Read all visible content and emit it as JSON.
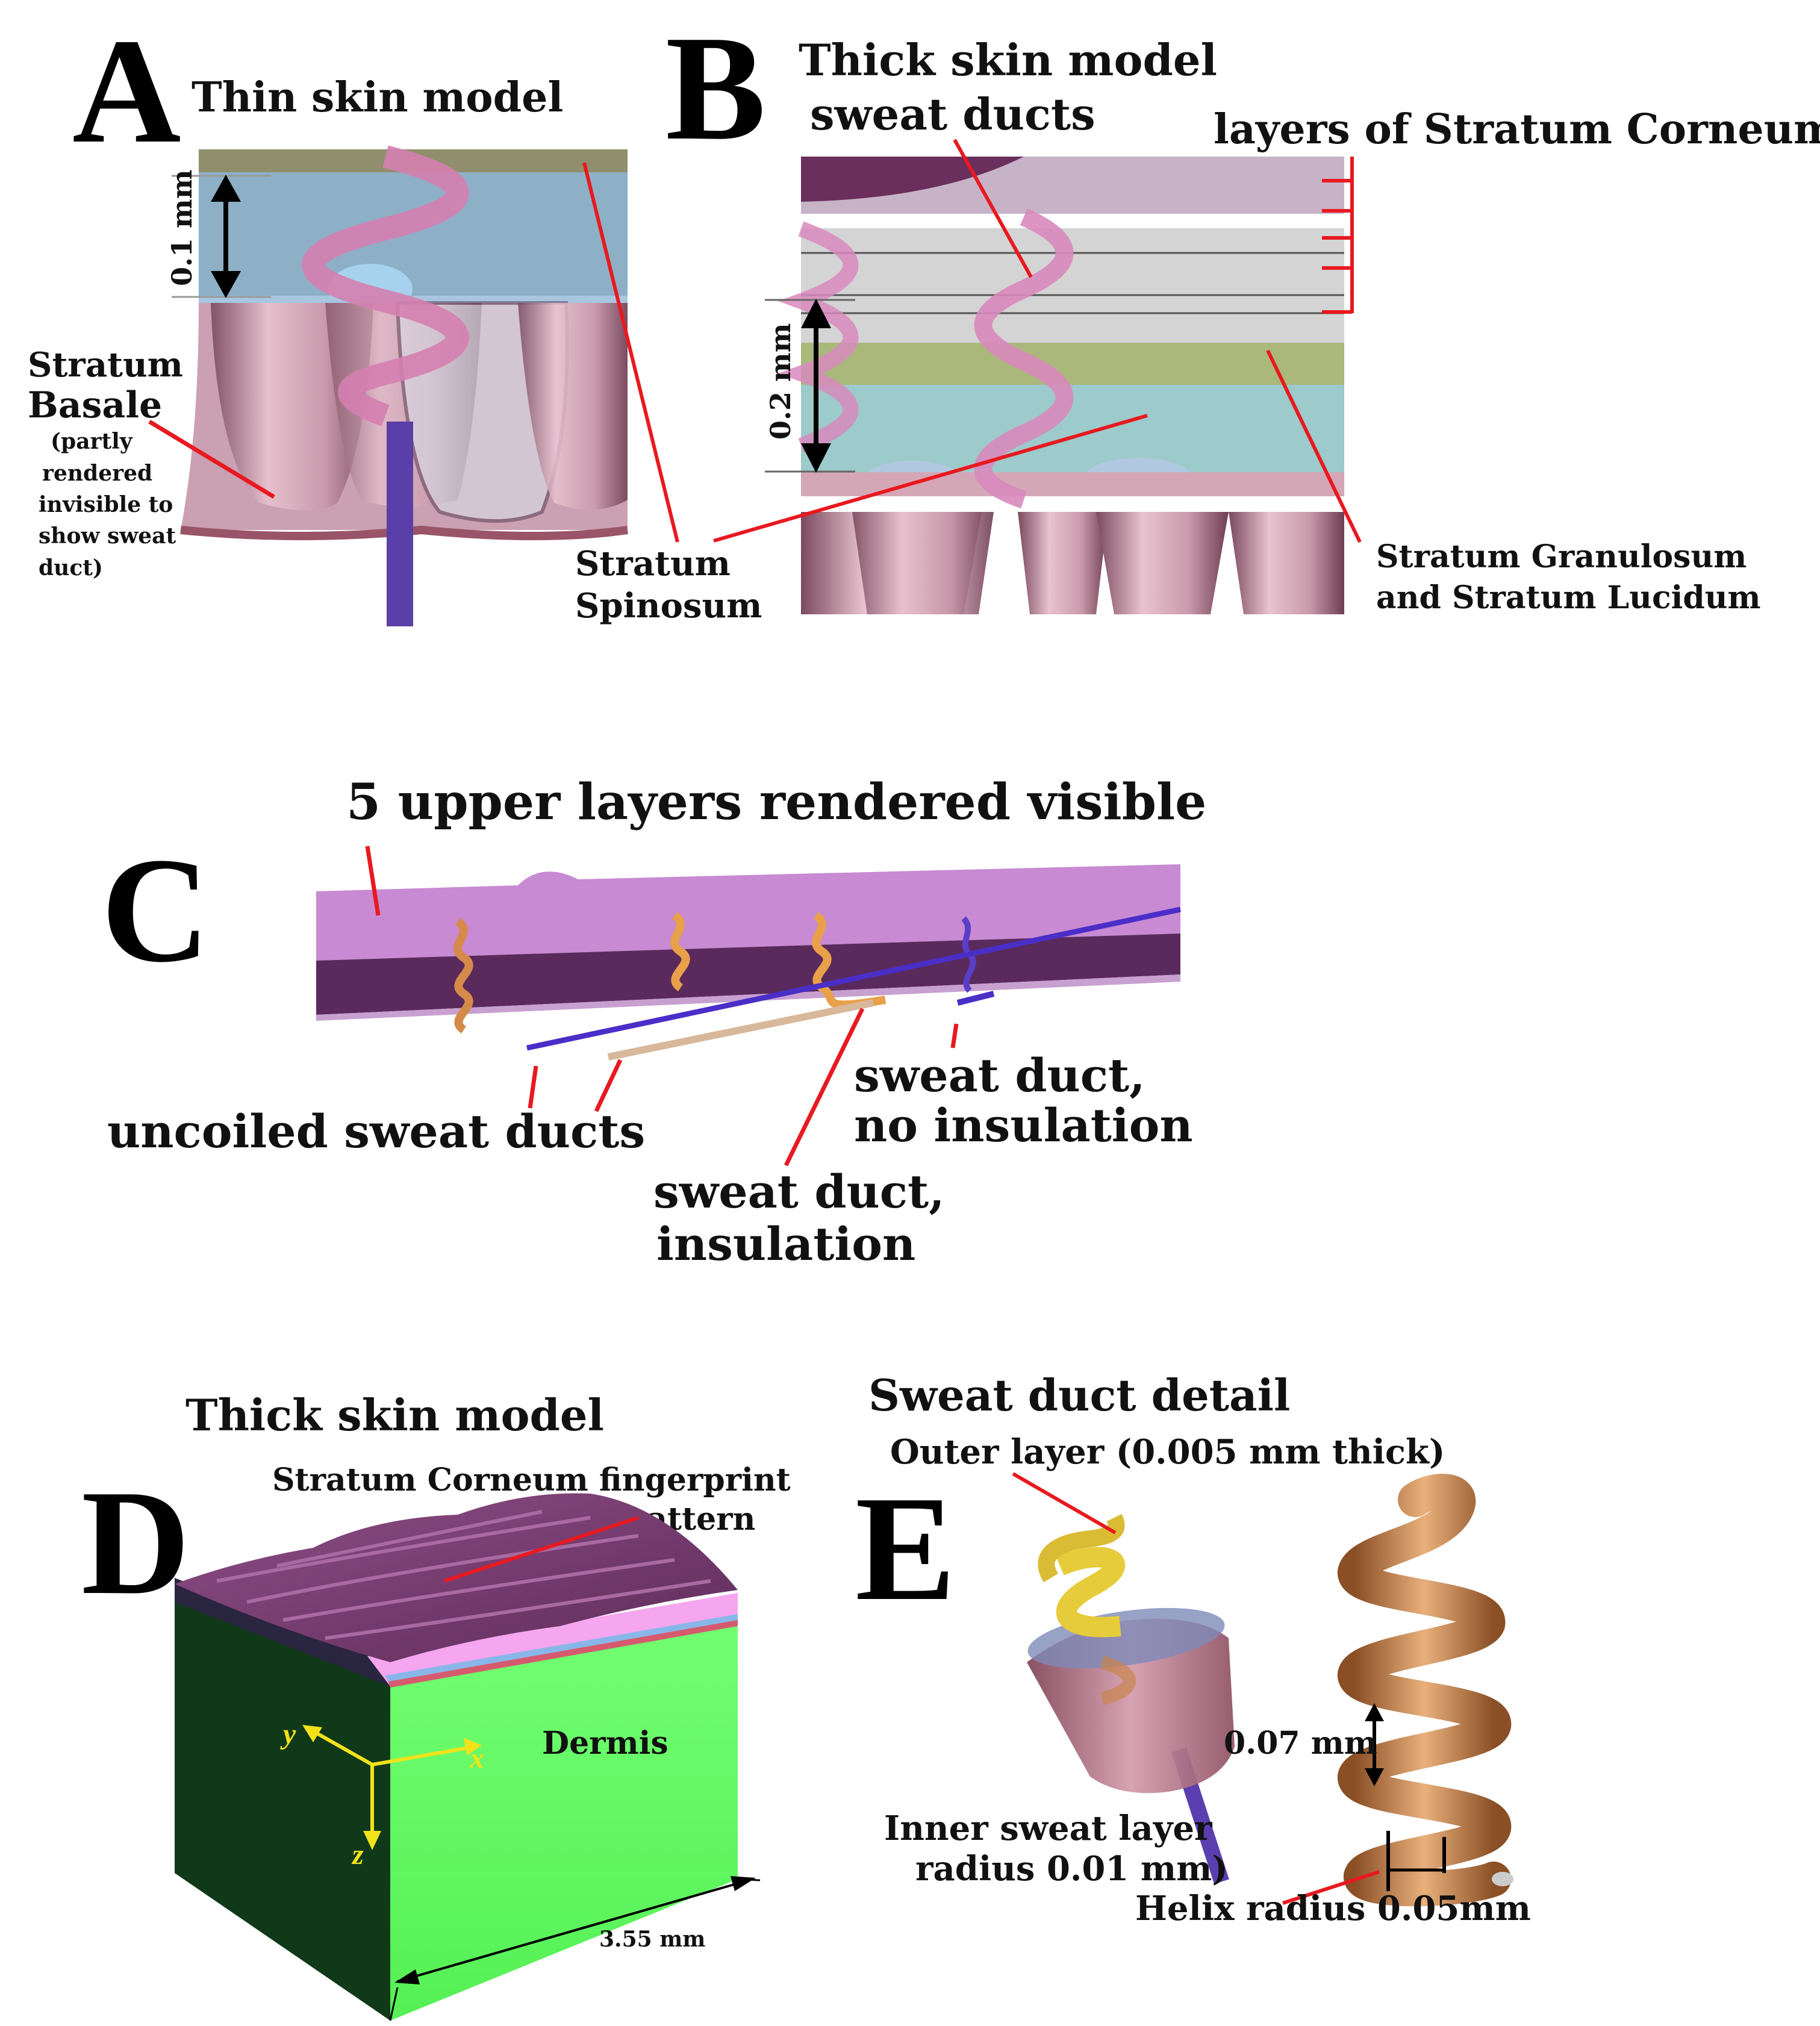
{
  "panels": {
    "A": {
      "letter": "A",
      "title": "Thin skin model",
      "dimension": "0.1 mm",
      "basale_line1": "Stratum",
      "basale_line2": "Basale",
      "basale_note": [
        "(partly",
        "rendered",
        "invisible to",
        "show sweat",
        "duct)"
      ]
    },
    "B": {
      "letter": "B",
      "title_line1": "Thick skin model",
      "title_line2": "sweat ducts",
      "corneum_label": "layers of Stratum Corneum",
      "dimension": "0.2 mm",
      "spinosum_line1": "Stratum",
      "spinosum_line2": "Spinosum",
      "granulosum_line1": "Stratum Granulosum",
      "granulosum_line2": "and Stratum Lucidum"
    },
    "C": {
      "letter": "C",
      "title": "5 upper layers rendered visible",
      "uncoiled": "uncoiled sweat ducts",
      "no_ins_line1": "sweat duct,",
      "no_ins_line2": "no insulation",
      "ins_line1": "sweat duct,",
      "ins_line2": "insulation"
    },
    "D": {
      "letter": "D",
      "title": "Thick skin model",
      "fingerprint_line1": "Stratum Corneum fingerprint",
      "fingerprint_line2": "pattern",
      "dermis": "Dermis",
      "axis_x": "x",
      "axis_y": "y",
      "axis_z": "z",
      "dimension": "3.55 mm"
    },
    "E": {
      "letter": "E",
      "title": "Sweat duct detail",
      "outer_layer": "Outer layer (0.005 mm thick)",
      "pitch": "0.07 mm",
      "inner_line1": "Inner sweat layer",
      "inner_line2": "radius 0.01 mm)",
      "helix_radius": "Helix radius 0.05mm"
    }
  },
  "colors": {
    "pink_layer": "#c98aa6",
    "blue_layer": "#8fb6cc",
    "green_layer": "#a7b67a",
    "teal_layer": "#9cc9c8",
    "dermis_green": "#66ff66",
    "dermis_dark": "#0f3a13",
    "fingerprint_purple": "#7a3e72",
    "duct_purple": "#5a3ea0",
    "helix_copper": "#c8854c",
    "helix_yellow": "#e6cc3a",
    "annotation_red": "#e8191f",
    "axis_yellow": "#f2e21a"
  }
}
